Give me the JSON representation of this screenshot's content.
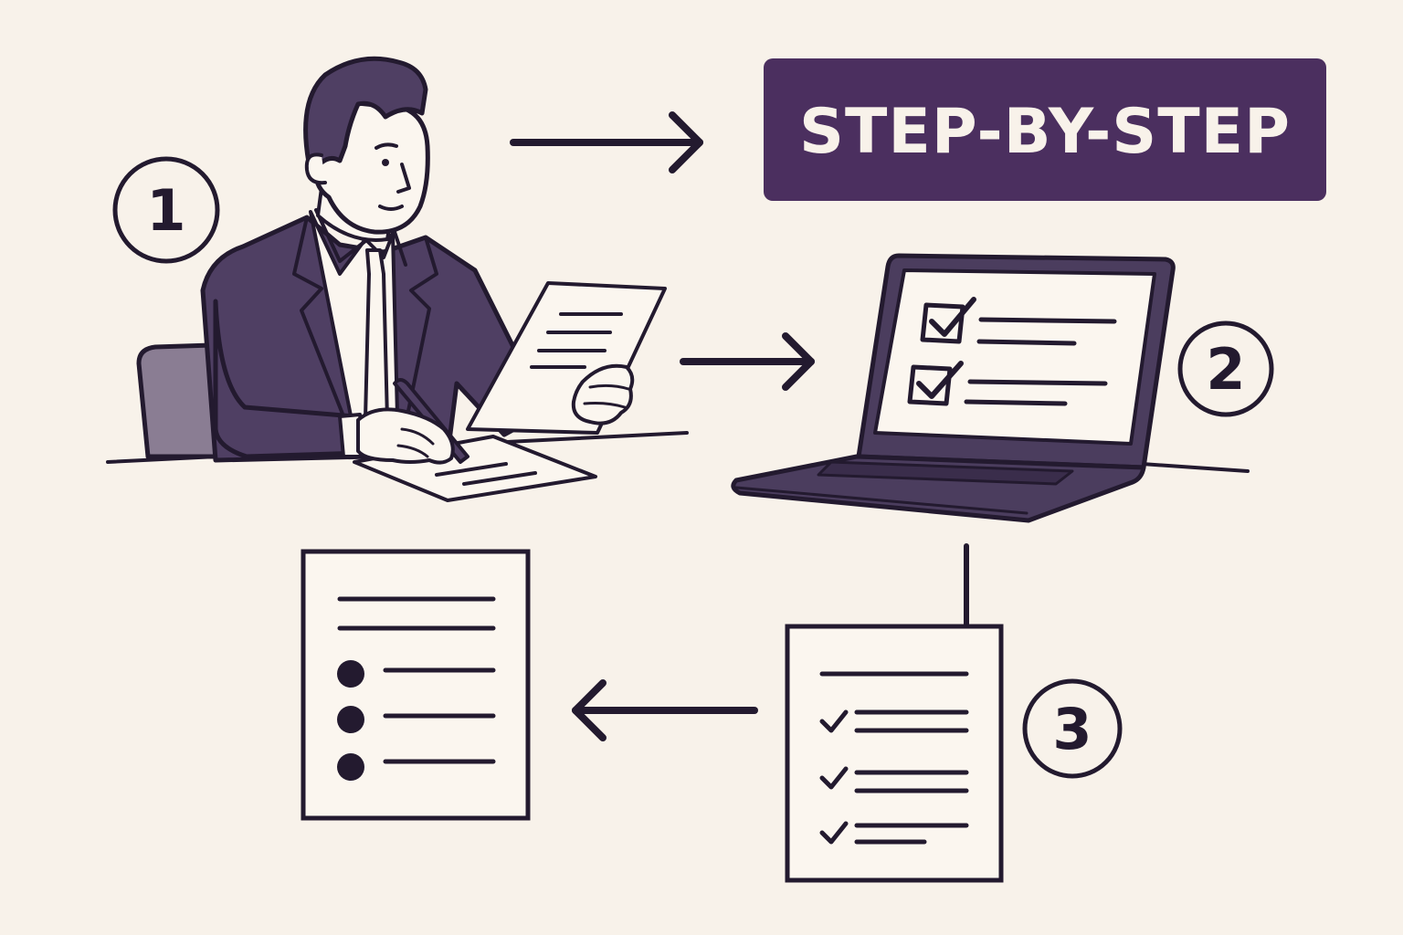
{
  "banner": {
    "title": "STEP-BY-STEP"
  },
  "steps": [
    {
      "number": "1"
    },
    {
      "number": "2"
    },
    {
      "number": "3"
    }
  ],
  "colors": {
    "background": "#f8f2ea",
    "ink": "#231a2f",
    "suit": "#4f3f63",
    "suit_dark": "#3a2d4b",
    "banner_bg": "#4b2f5f",
    "banner_text": "#f8f2ea",
    "paper": "#fbf6ef",
    "chair": "#8a7d93",
    "laptop_body": "#4b3d5e",
    "laptop_screen": "#fbf6ef"
  },
  "icons": {
    "person": "businessman-writing-icon",
    "laptop": "laptop-checklist-icon",
    "checklist": "checklist-document-icon",
    "bullet_list": "bullet-list-document-icon"
  }
}
